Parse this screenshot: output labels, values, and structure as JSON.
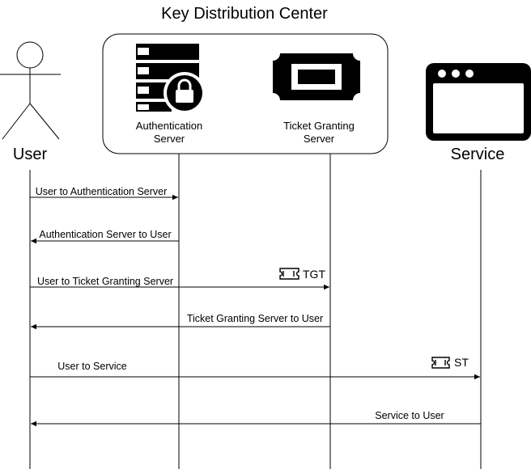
{
  "kdc": {
    "title": "Key Distribution Center",
    "authentication_server": {
      "line1": "Authentication",
      "line2": "Server",
      "icon": "server-lock-icon"
    },
    "ticket_granting_server": {
      "line1": "Ticket Granting",
      "line2": "Server",
      "icon": "ticket-icon"
    }
  },
  "participants": {
    "user": {
      "label": "User",
      "icon": "stick-figure-icon"
    },
    "service": {
      "label": "Service",
      "icon": "browser-window-icon"
    }
  },
  "messages": [
    {
      "label": "User to Authentication Server",
      "from": "User",
      "to": "Authentication Server"
    },
    {
      "label": "Authentication Server to User",
      "from": "Authentication Server",
      "to": "User"
    },
    {
      "label": "User to Ticket Granting Server",
      "from": "User",
      "to": "Ticket Granting Server",
      "token": "TGT"
    },
    {
      "label": "Ticket Granting Server to User",
      "from": "Ticket Granting Server",
      "to": "User"
    },
    {
      "label": "User to Service",
      "from": "User",
      "to": "Service",
      "token": "ST"
    },
    {
      "label": "Service to User",
      "from": "Service",
      "to": "User"
    }
  ],
  "colors": {
    "ink": "#000000",
    "background": "#ffffff"
  }
}
